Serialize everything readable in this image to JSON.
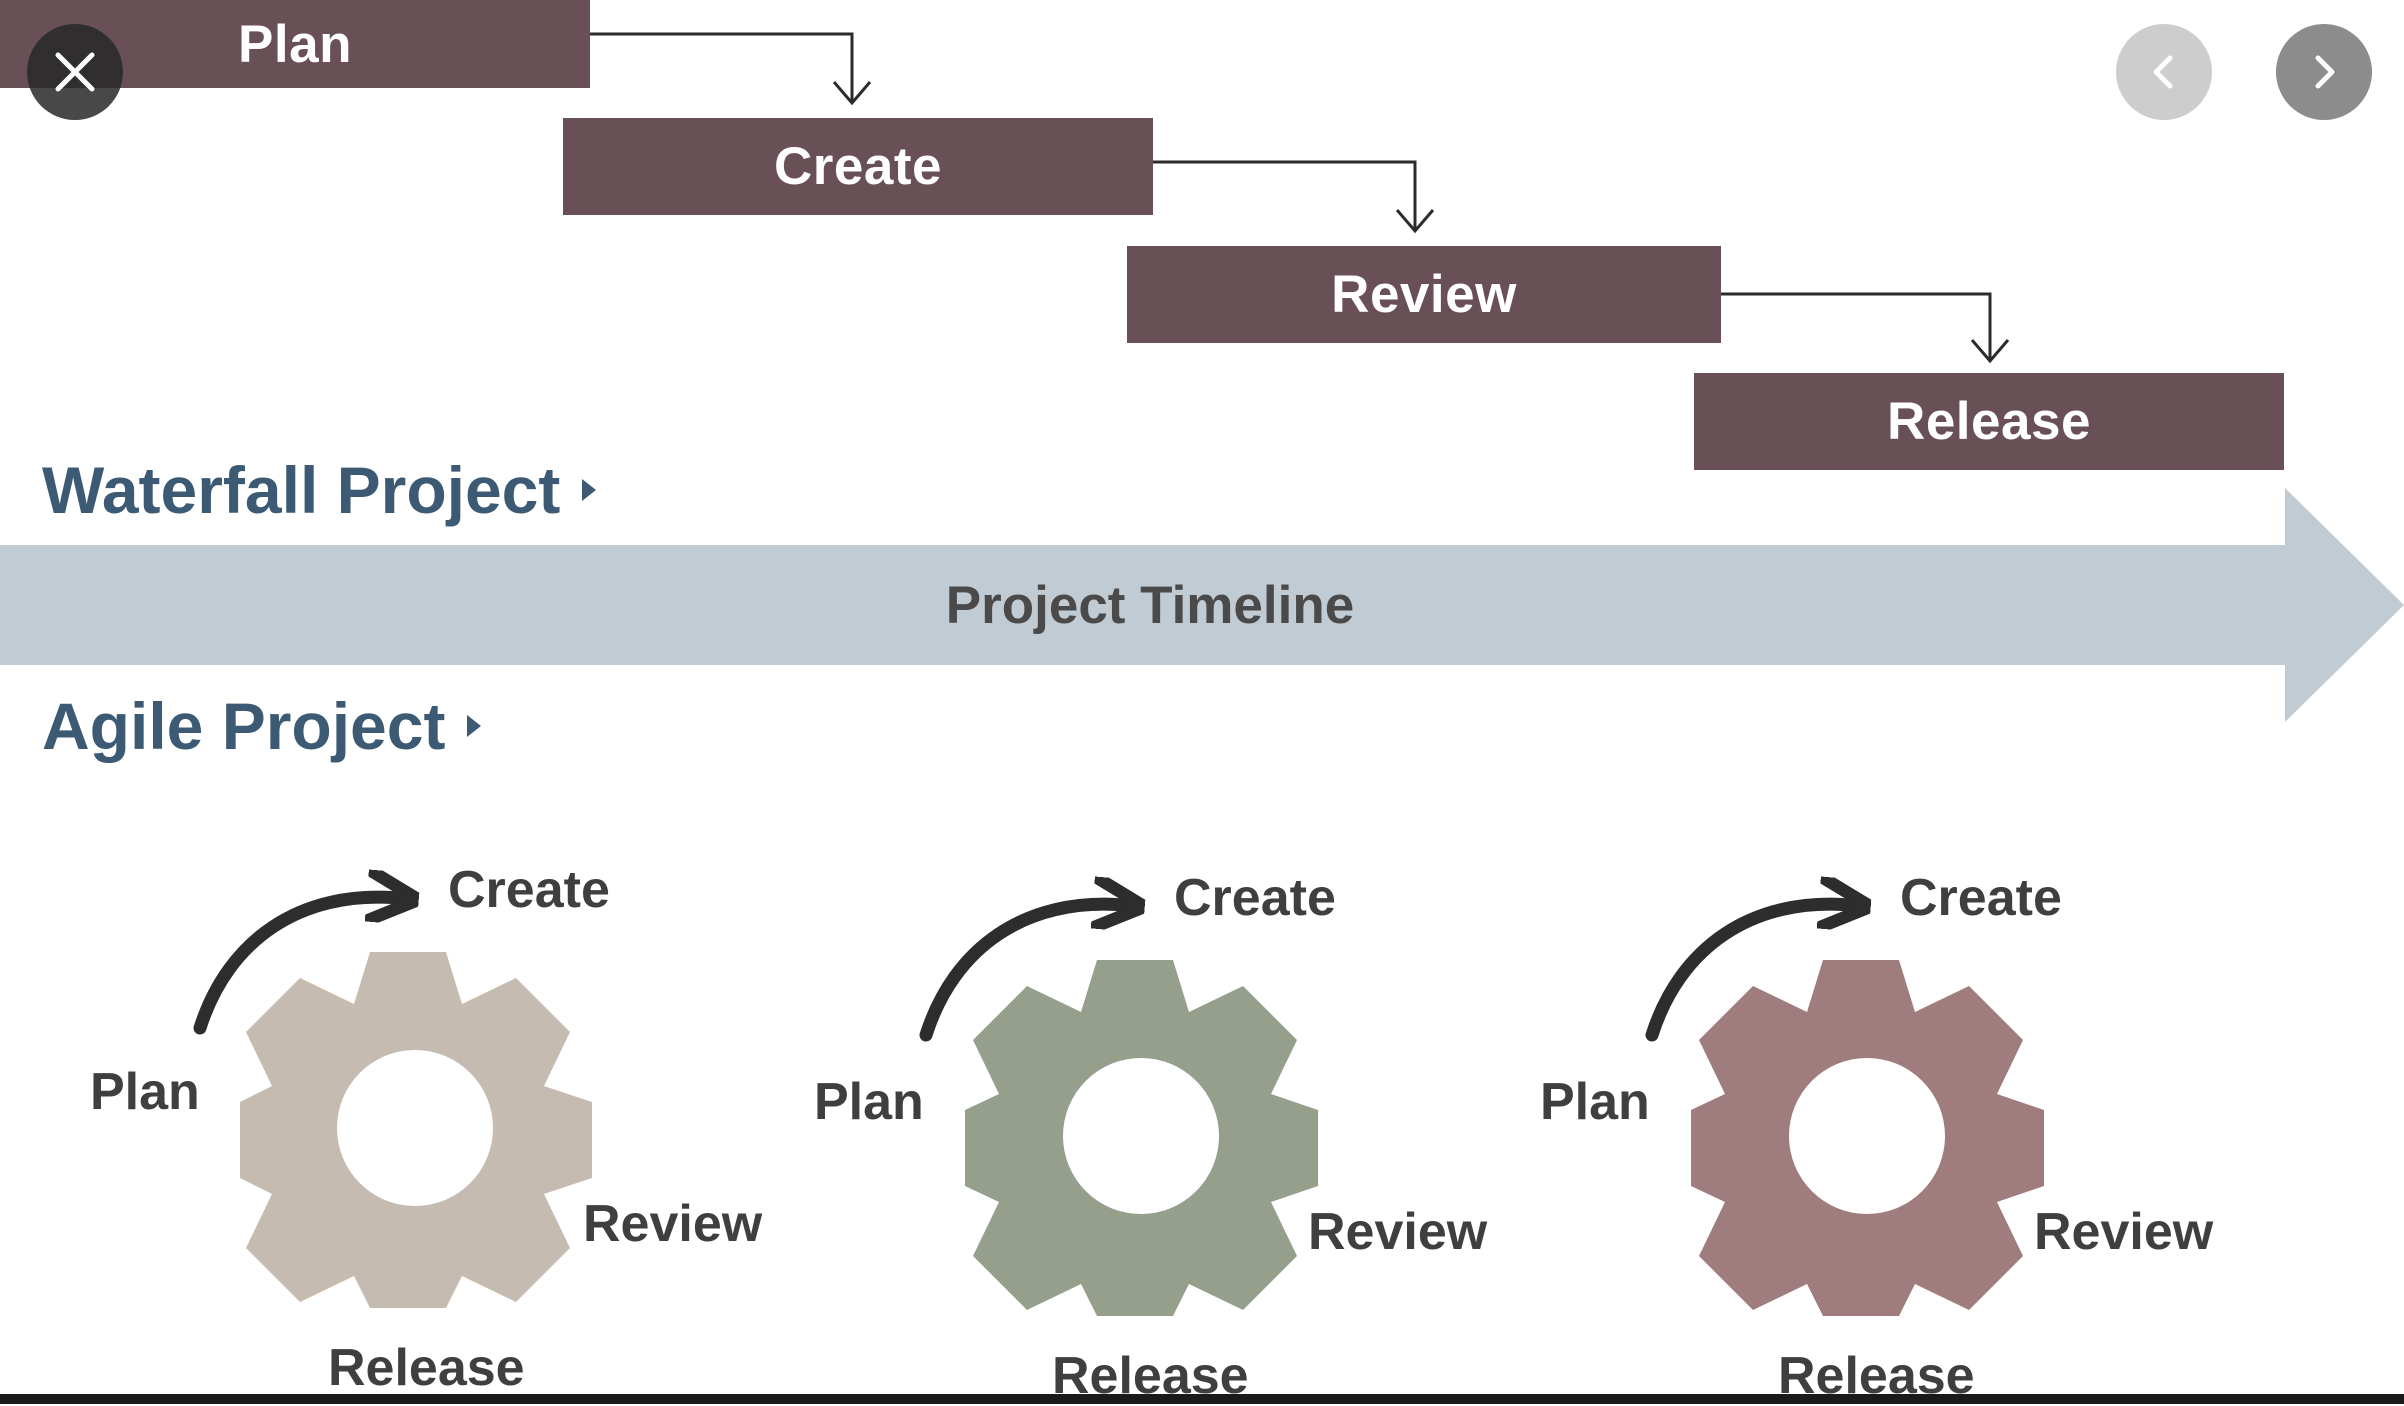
{
  "waterfall": {
    "label": "Waterfall Project",
    "steps": [
      "Plan",
      "Create",
      "Review",
      "Release"
    ]
  },
  "timeline": {
    "label": "Project Timeline"
  },
  "agile": {
    "label": "Agile Project",
    "cycles": [
      {
        "plan": "Plan",
        "create": "Create",
        "review": "Review",
        "release": "Release",
        "gear_color": "#c6bbb0"
      },
      {
        "plan": "Plan",
        "create": "Create",
        "review": "Review",
        "release": "Release",
        "gear_color": "#959f8c"
      },
      {
        "plan": "Plan",
        "create": "Create",
        "review": "Review",
        "release": "Release",
        "gear_color": "#9f7c7e"
      }
    ]
  },
  "viewer": {
    "close_icon": "close-icon",
    "prev_icon": "chevron-left-icon",
    "next_icon": "chevron-right-icon"
  },
  "colors": {
    "bar": "#694f56",
    "section_label": "#3d5a74",
    "timeline": "#c1cbd3"
  }
}
